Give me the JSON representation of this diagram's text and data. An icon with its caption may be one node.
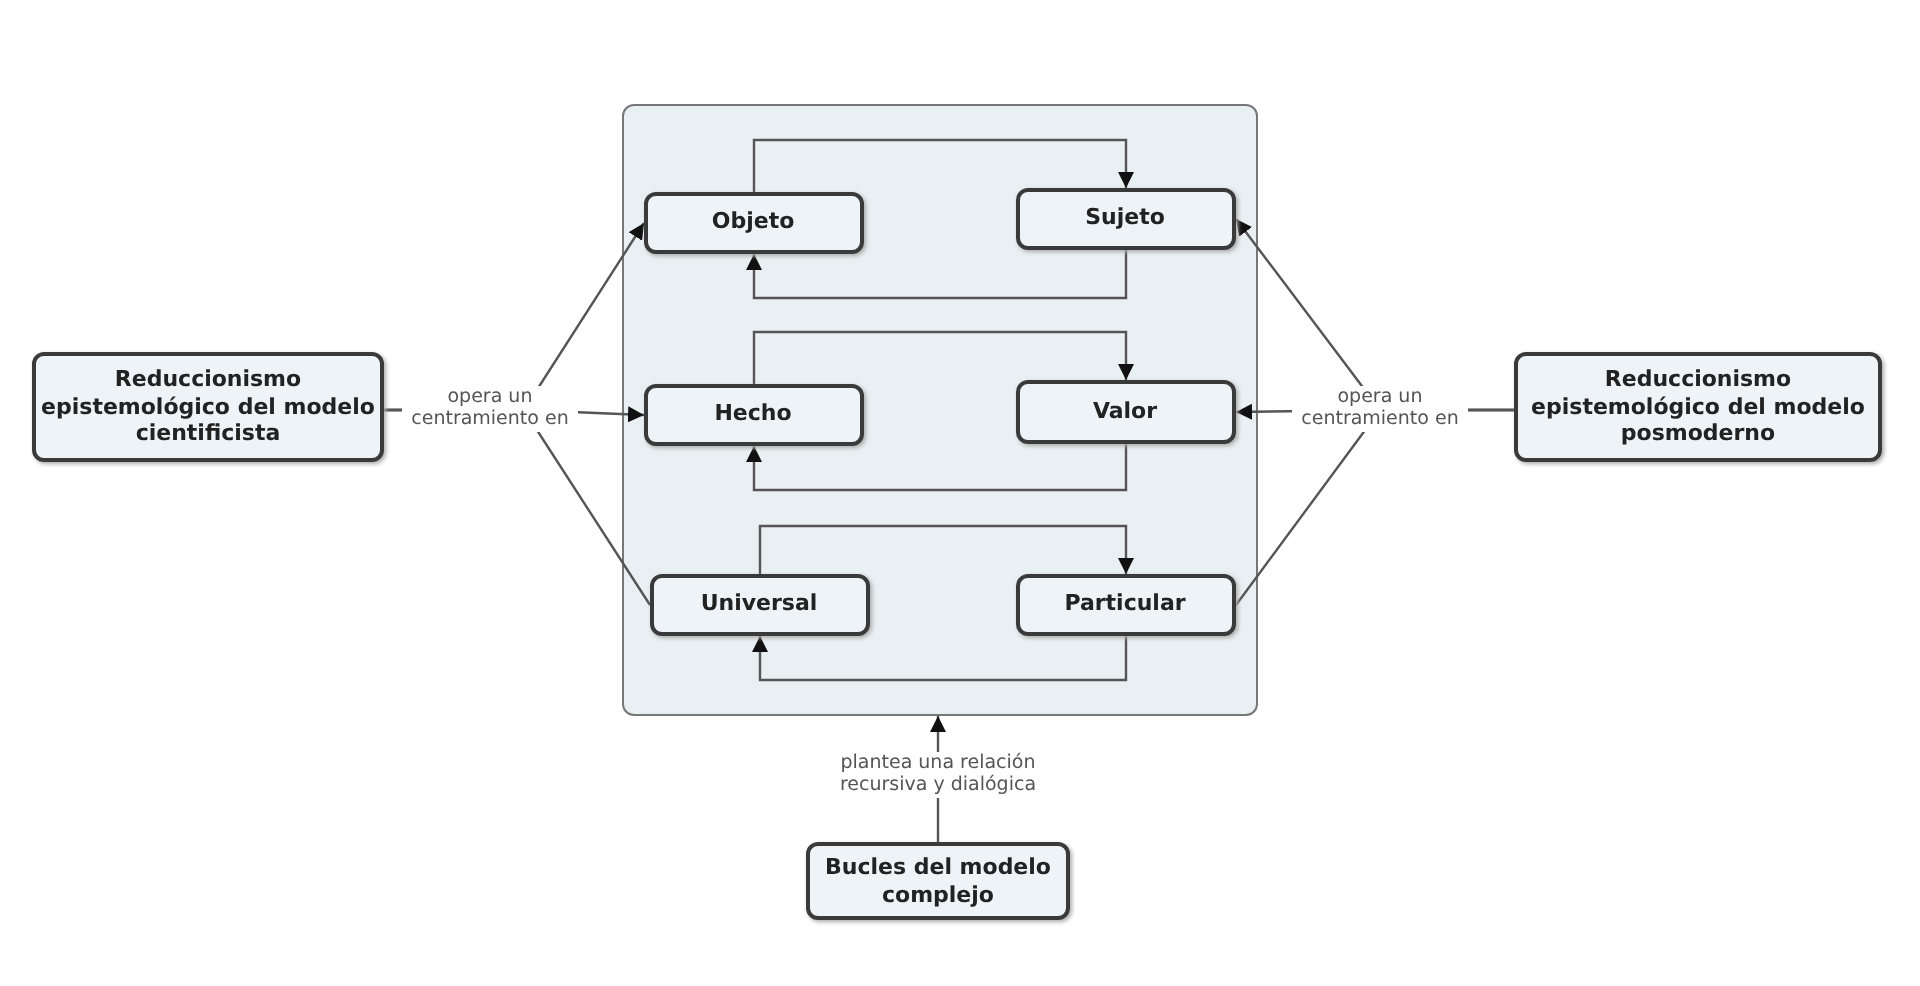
{
  "diagram": {
    "nodes": [
      {
        "text": [],
        "shape": "box"
      },
      {
        "text": [
          "Objeto"
        ],
        "in": 0
      },
      {
        "text": [
          "Sujeto"
        ],
        "in": 0
      },
      {
        "text": [
          "Hecho"
        ],
        "in": 0
      },
      {
        "text": [
          "Valor"
        ],
        "in": 0
      },
      {
        "text": [
          "Universal"
        ],
        "in": 0
      },
      {
        "text": [
          "Particular"
        ],
        "in": 0
      },
      {
        "text": [
          "Reduccionismo epistemológico del modelo cientificista"
        ]
      },
      {
        "text": [
          "Reduccionismo epistemológico del modelo posmoderno"
        ]
      },
      {
        "text": [
          "Bucles del modelo complejo"
        ]
      }
    ],
    "edges": [
      {
        "from": 1,
        "to": 2,
        "arrow": "to"
      },
      {
        "from": 2,
        "to": 1,
        "arrow": "to"
      },
      {
        "from": 3,
        "to": 4,
        "arrow": "to"
      },
      {
        "from": 4,
        "to": 3,
        "arrow": "to"
      },
      {
        "from": 5,
        "to": 6,
        "arrow": "to"
      },
      {
        "from": 6,
        "to": 5,
        "arrow": "to"
      },
      {
        "from": 7,
        "to": 1,
        "arrow": "to"
      },
      {
        "from": 7,
        "to": 3,
        "arrow": "to",
        "label": "opera un centramiento en"
      },
      {
        "from": 7,
        "to": 5,
        "arrow": "none"
      },
      {
        "from": 8,
        "to": 2,
        "arrow": "to"
      },
      {
        "from": 8,
        "to": 4,
        "arrow": "to",
        "label": "opera un centramiento en"
      },
      {
        "from": 8,
        "to": 6,
        "arrow": "none"
      },
      {
        "from": 9,
        "to": 0,
        "arrow": "to",
        "label": "plantea una relación recursiva y dialógica"
      }
    ]
  }
}
